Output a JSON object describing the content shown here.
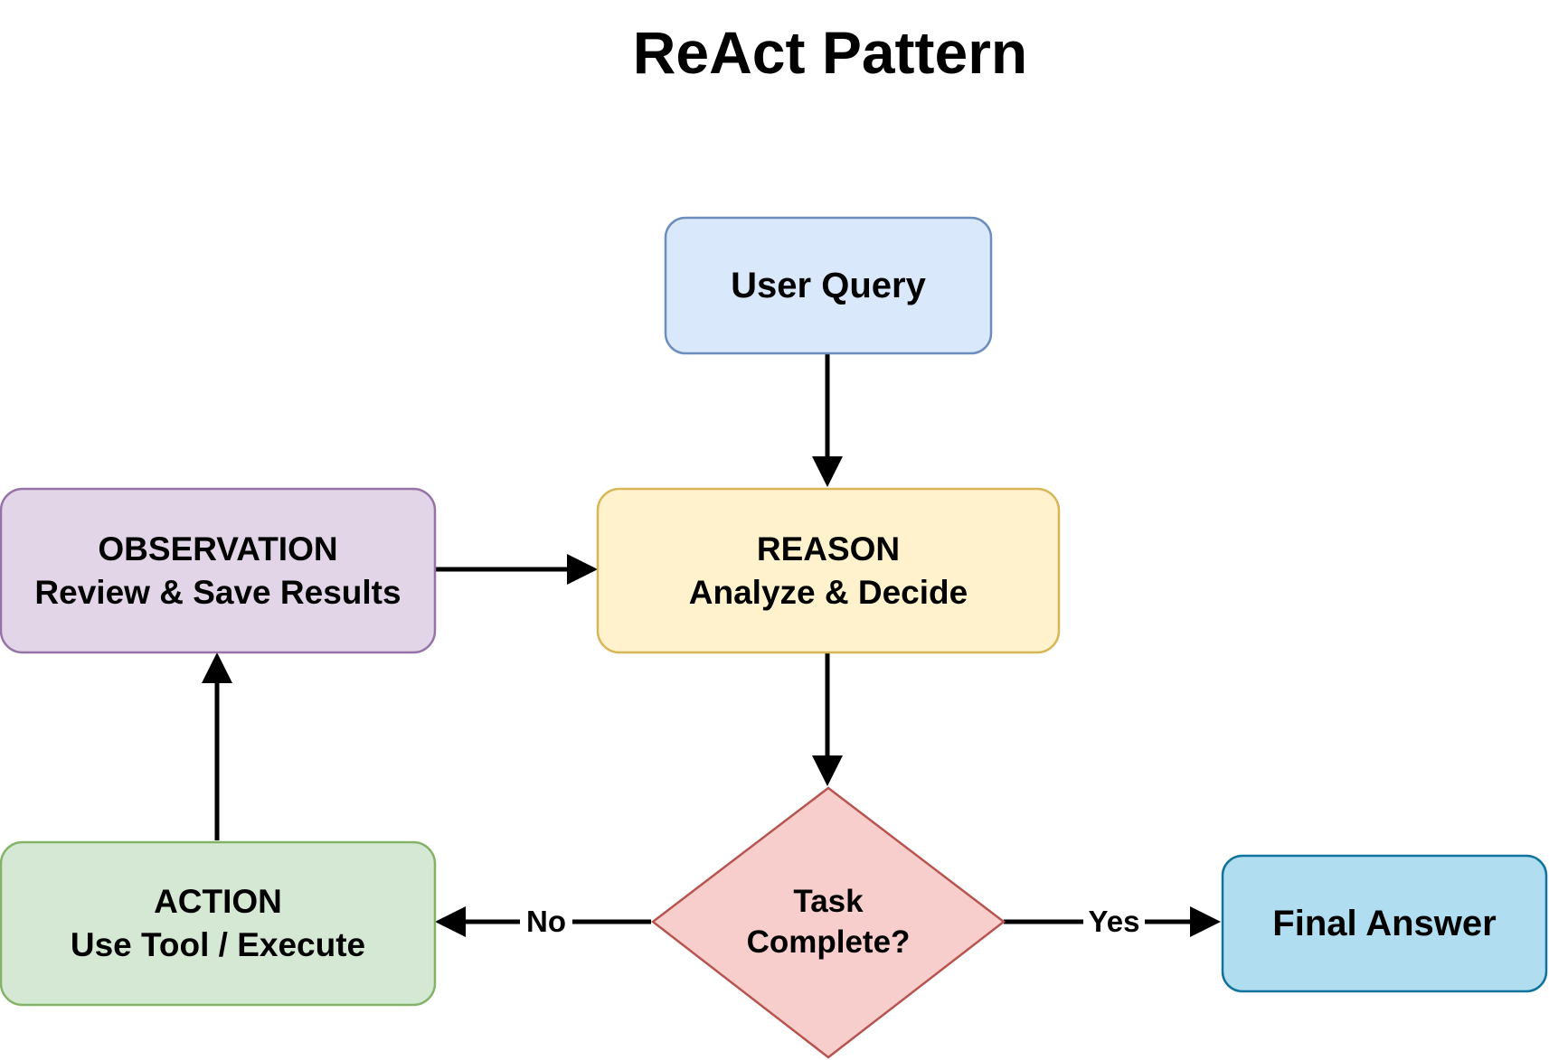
{
  "title": "ReAct Pattern",
  "nodes": {
    "user_query": {
      "label": "User Query",
      "fill": "#dae8fc",
      "stroke": "#6c8ebf"
    },
    "reason": {
      "line1": "REASON",
      "line2": "Analyze & Decide",
      "fill": "#fff2cc",
      "stroke": "#d6b656"
    },
    "observation": {
      "line1": "OBSERVATION",
      "line2": "Review & Save Results",
      "fill": "#e1d5e7",
      "stroke": "#9673a6"
    },
    "action": {
      "line1": "ACTION",
      "line2": "Use Tool / Execute",
      "fill": "#d5e8d4",
      "stroke": "#82b366"
    },
    "decision": {
      "line1": "Task",
      "line2": "Complete?",
      "fill": "#f8cecc",
      "stroke": "#b85450"
    },
    "final_answer": {
      "label": "Final Answer",
      "fill": "#b1ddf0",
      "stroke": "#10739e"
    }
  },
  "edges": {
    "no_label": "No",
    "yes_label": "Yes"
  }
}
